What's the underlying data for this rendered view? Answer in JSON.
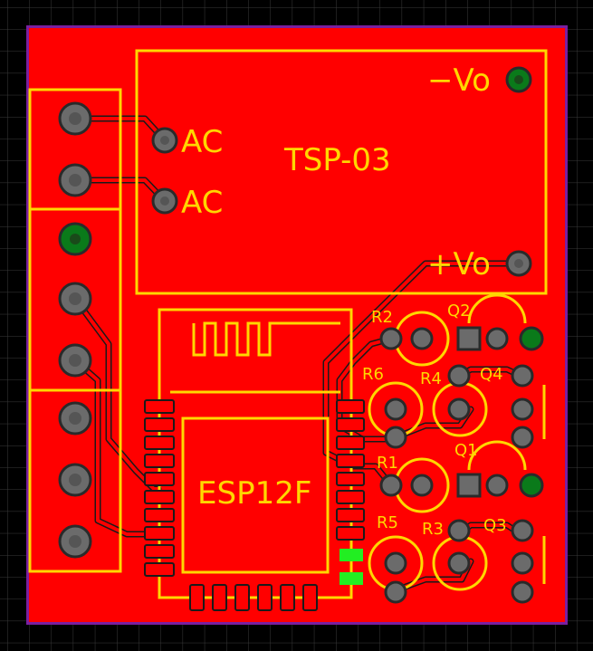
{
  "colors": {
    "background": "#000000",
    "grid": "#3a3a3a",
    "board_outline": "#7a1fa0",
    "copper": "#ff0000",
    "trace_outline": "#1a1a1a",
    "silkscreen": "#ffd700",
    "pad": "#6b6b6b",
    "pad_ring": "#2a2a2a",
    "ground_pad": "#0a7a1a",
    "smd_pad": "#22ee22"
  },
  "labels": {
    "ac_top": "AC",
    "ac_bottom": "AC",
    "module": "TSP-03",
    "vo_minus": "−Vo",
    "vo_plus": "+Vo",
    "esp": "ESP12F",
    "r1": "R1",
    "r2": "R2",
    "r3": "R3",
    "r4": "R4",
    "r5": "R5",
    "r6": "R6",
    "q1": "Q1",
    "q2": "Q2",
    "q3": "Q3",
    "q4": "Q4"
  }
}
